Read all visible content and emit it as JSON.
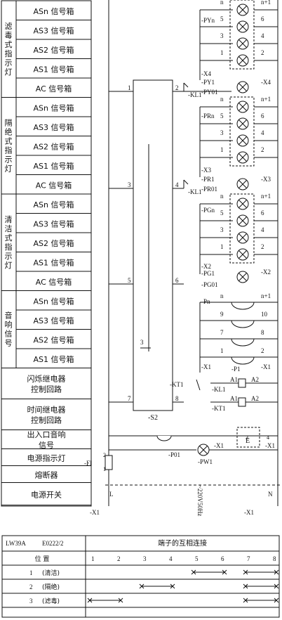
{
  "legend": {
    "groups": [
      {
        "title": "滤毒式指示灯",
        "items": [
          "ASn 信号箱",
          "AS3 信号箱",
          "AS2 信号箱",
          "AS1 信号箱",
          "AC 信号箱"
        ]
      },
      {
        "title": "隔绝式指示灯",
        "items": [
          "ASn 信号箱",
          "AS3 信号箱",
          "AS2 信号箱",
          "AS1 信号箱",
          "AC 信号箱"
        ]
      },
      {
        "title": "清洁式指示灯",
        "items": [
          "ASn 信号箱",
          "AS3 信号箱",
          "AS2 信号箱",
          "AS1 信号箱",
          "AC 信号箱"
        ]
      },
      {
        "title": "音响信号",
        "items": [
          "ASn 信号箱",
          "AS3 信号箱",
          "AS2 信号箱",
          "AS1 信号箱"
        ]
      }
    ],
    "rows": [
      "闪烁继电器控制回路",
      "时间继电器控制回路",
      "出入口音响信号",
      "电源指示灯",
      "熔断器",
      "电源开关"
    ]
  },
  "schematic": {
    "switch_label": "-S2",
    "switch_terminals": [
      "1",
      "2",
      "3",
      "4",
      "5",
      "6",
      "7",
      "8"
    ],
    "kl1_label": "-KL1",
    "kt1_label": "-KT1",
    "py": [
      "-PYn",
      "-PY1",
      "-PY01"
    ],
    "pr": [
      "-PRn",
      "-PR1",
      "-PR01"
    ],
    "pg": [
      "-PGn",
      "-PG1",
      "-PG01"
    ],
    "pn": [
      "-Pn",
      "-P1"
    ],
    "x_labels": [
      "-X4",
      "-X3",
      "-X2",
      "-X1"
    ],
    "lamp_terms": [
      "n",
      "n+1",
      "5",
      "6",
      "3",
      "4",
      "1",
      "2",
      "9",
      "10",
      "7",
      "8"
    ],
    "relays": {
      "a1": "A1",
      "a2": "A2",
      "kl1": "-KL1",
      "kt1": "-KT1"
    },
    "bottom": {
      "p01": "-P01",
      "pw1": "-PW1",
      "fi": "-FI",
      "e": "E",
      "x1": "-X1",
      "l": "L",
      "n": "N",
      "voltage": "~220V50Hz",
      "one": "1",
      "two": "2",
      "four": "4",
      "three": "3"
    }
  },
  "table": {
    "model": "LW39A",
    "code": "E0222/2",
    "header_left": "位    置",
    "header_right": "端子的互相连接",
    "terminals": [
      "1",
      "2",
      "3",
      "4",
      "5",
      "6",
      "7",
      "8"
    ],
    "rows": [
      {
        "pos": "1",
        "name": "(清洁)",
        "links": [
          [
            5,
            6
          ],
          [
            7,
            8
          ]
        ]
      },
      {
        "pos": "2",
        "name": "(隔绝)",
        "links": [
          [
            3,
            4
          ],
          [
            7,
            8
          ]
        ]
      },
      {
        "pos": "3",
        "name": "(滤毒)",
        "links": [
          [
            1,
            2
          ],
          [
            7,
            8
          ]
        ]
      }
    ]
  }
}
